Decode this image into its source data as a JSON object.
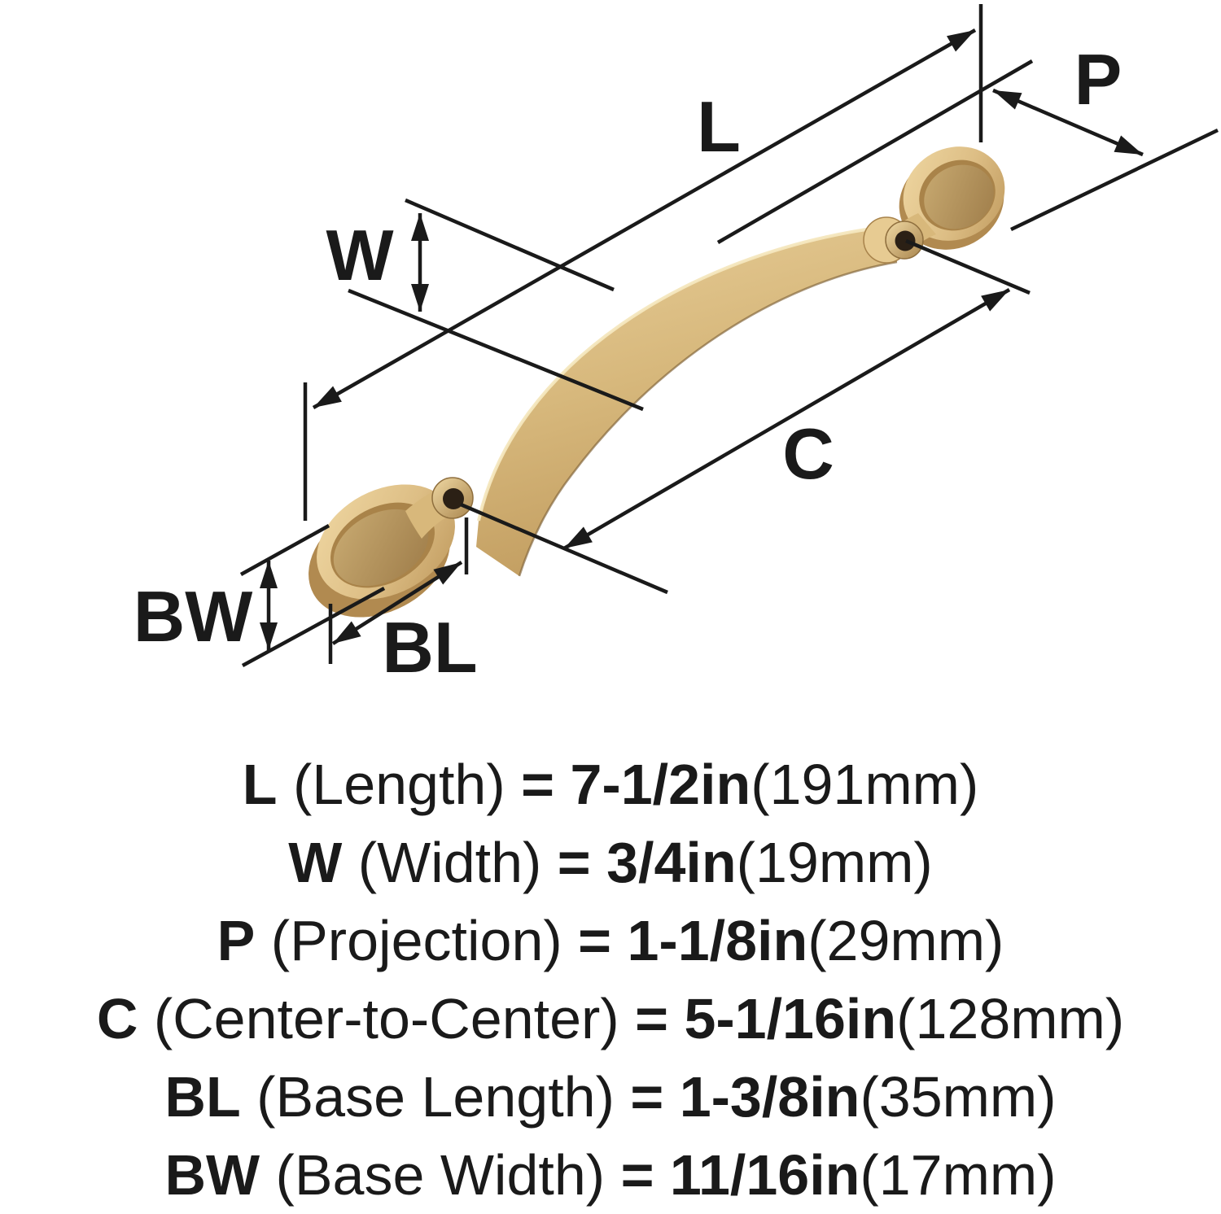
{
  "diagram": {
    "labels": {
      "length": "L",
      "width": "W",
      "projection": "P",
      "center_to_center": "C",
      "base_length": "BL",
      "base_width": "BW"
    },
    "colors": {
      "line": "#1a1a1a",
      "text": "#1a1a1a",
      "bronze_highlight": "#F4E7BE",
      "bronze_light": "#E8CD97",
      "bronze_mid": "#D2B275",
      "bronze_dark": "#A9854C",
      "bronze_recess": "#B08C54",
      "screw_hole": "#2B2015",
      "background": "#ffffff"
    }
  },
  "specs": {
    "rows": [
      {
        "abbr": "L",
        "name": " (Length) ",
        "equals": "= ",
        "value": "7-1/2in",
        "metric": "(191mm)"
      },
      {
        "abbr": "W",
        "name": " (Width) ",
        "equals": "= ",
        "value": "3/4in",
        "metric": "(19mm)"
      },
      {
        "abbr": "P",
        "name": " (Projection) ",
        "equals": "= ",
        "value": "1-1/8in",
        "metric": "(29mm)"
      },
      {
        "abbr": "C",
        "name": " (Center-to-Center) ",
        "equals": "= ",
        "value": "5-1/16in",
        "metric": "(128mm)"
      },
      {
        "abbr": "BL",
        "name": " (Base Length) ",
        "equals": "= ",
        "value": "1-3/8in",
        "metric": "(35mm)"
      },
      {
        "abbr": "BW",
        "name": " (Base Width) ",
        "equals": "= ",
        "value": "11/16in",
        "metric": "(17mm)"
      }
    ]
  }
}
